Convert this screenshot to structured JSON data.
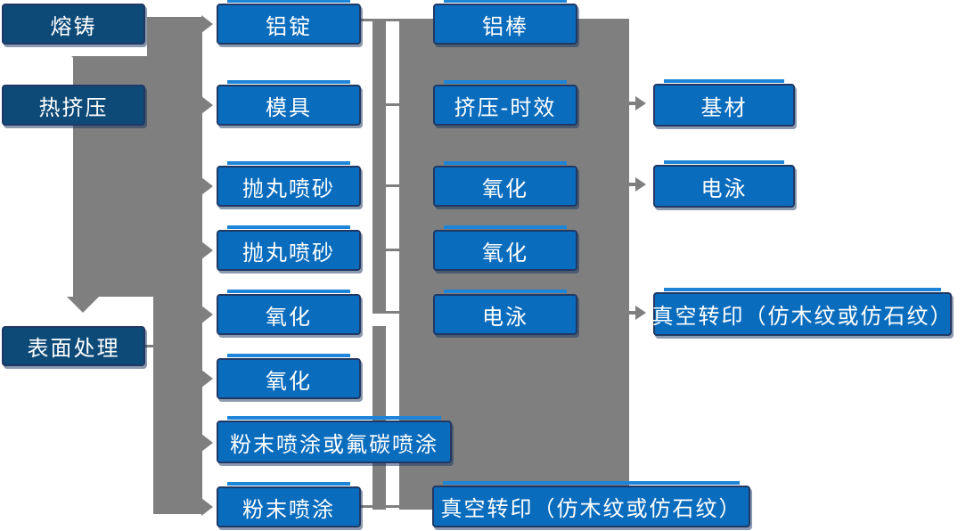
{
  "diagram": {
    "type": "process-flowchart",
    "language": "zh-CN"
  },
  "nodes": [
    {
      "id": "melting-casting",
      "label": "熔铸",
      "column": 1,
      "variant": "dark"
    },
    {
      "id": "hot-extrusion",
      "label": "热挤压",
      "column": 1,
      "variant": "dark"
    },
    {
      "id": "surface-treatment",
      "label": "表面处理",
      "column": 1,
      "variant": "dark"
    },
    {
      "id": "aluminum-ingot",
      "label": "铝锭",
      "column": 2,
      "variant": "blue"
    },
    {
      "id": "mold",
      "label": "模具",
      "column": 2,
      "variant": "blue"
    },
    {
      "id": "shot-blasting-1",
      "label": "抛丸喷砂",
      "column": 2,
      "variant": "blue"
    },
    {
      "id": "shot-blasting-2",
      "label": "抛丸喷砂",
      "column": 2,
      "variant": "blue"
    },
    {
      "id": "oxidation-1",
      "label": "氧化",
      "column": 2,
      "variant": "blue"
    },
    {
      "id": "oxidation-2",
      "label": "氧化",
      "column": 2,
      "variant": "blue"
    },
    {
      "id": "powder-or-fluorocarbon-coating",
      "label": "粉末喷涂或氟碳喷涂",
      "column": 2,
      "variant": "blue"
    },
    {
      "id": "powder-coating",
      "label": "粉末喷涂",
      "column": 2,
      "variant": "blue"
    },
    {
      "id": "aluminum-rod",
      "label": "铝棒",
      "column": 3,
      "variant": "blue"
    },
    {
      "id": "extrusion-aging",
      "label": "挤压-时效",
      "column": 3,
      "variant": "blue"
    },
    {
      "id": "oxidation-3",
      "label": "氧化",
      "column": 3,
      "variant": "blue"
    },
    {
      "id": "oxidation-4",
      "label": "氧化",
      "column": 3,
      "variant": "blue"
    },
    {
      "id": "electrophoresis-1",
      "label": "电泳",
      "column": 3,
      "variant": "blue"
    },
    {
      "id": "vacuum-transfer-1",
      "label": "真空转印（仿木纹或仿石纹）",
      "column": 3,
      "variant": "blue"
    },
    {
      "id": "base-material",
      "label": "基材",
      "column": 4,
      "variant": "blue"
    },
    {
      "id": "electrophoresis-2",
      "label": "电泳",
      "column": 4,
      "variant": "blue"
    },
    {
      "id": "vacuum-transfer-2",
      "label": "真空转印（仿木纹或仿石纹）",
      "column": 4,
      "variant": "blue"
    }
  ],
  "connections": [
    {
      "from": "melting-casting",
      "to": "hot-extrusion",
      "arrow": true
    },
    {
      "from": "melting-casting",
      "to": "surface-treatment",
      "arrow": true
    },
    {
      "from": "left-bus",
      "to": "aluminum-ingot",
      "arrow": true
    },
    {
      "from": "left-bus",
      "to": "mold",
      "arrow": true
    },
    {
      "from": "left-bus",
      "to": "shot-blasting-1",
      "arrow": true
    },
    {
      "from": "left-bus",
      "to": "shot-blasting-2",
      "arrow": true
    },
    {
      "from": "left-bus",
      "to": "oxidation-1",
      "arrow": true
    },
    {
      "from": "left-bus",
      "to": "oxidation-2",
      "arrow": true
    },
    {
      "from": "left-bus",
      "to": "powder-or-fluorocarbon-coating",
      "arrow": true
    },
    {
      "from": "left-bus",
      "to": "powder-coating",
      "arrow": true
    },
    {
      "from": "surface-treatment",
      "to": "left-bus",
      "arrow": false
    },
    {
      "from": "aluminum-ingot",
      "to": "center-bus-upper",
      "arrow": false
    },
    {
      "from": "center-bus-upper",
      "to": "aluminum-rod",
      "arrow": false
    },
    {
      "from": "center-bus-upper",
      "to": "extrusion-aging",
      "arrow": false
    },
    {
      "from": "center-bus-upper",
      "to": "oxidation-3",
      "arrow": false
    },
    {
      "from": "center-bus-upper",
      "to": "oxidation-4",
      "arrow": false
    },
    {
      "from": "center-bus-upper",
      "to": "electrophoresis-1",
      "arrow": false
    },
    {
      "from": "powder-coating",
      "to": "center-bus-lower",
      "arrow": false
    },
    {
      "from": "center-bus-lower",
      "to": "vacuum-transfer-1",
      "arrow": false
    },
    {
      "from": "center-block",
      "to": "base-material",
      "arrow": true
    },
    {
      "from": "center-block",
      "to": "electrophoresis-2",
      "arrow": true
    },
    {
      "from": "center-block",
      "to": "vacuum-transfer-2",
      "arrow": true
    }
  ],
  "colors": {
    "box_blue": "#0a6cbd",
    "box_dark_blue": "#0d4a78",
    "box_border": "#1f3864",
    "box_highlight": "#1d85d8",
    "connector_gray": "#7f7f7f",
    "text_color": "#ffffff",
    "background": "#ffffff"
  }
}
